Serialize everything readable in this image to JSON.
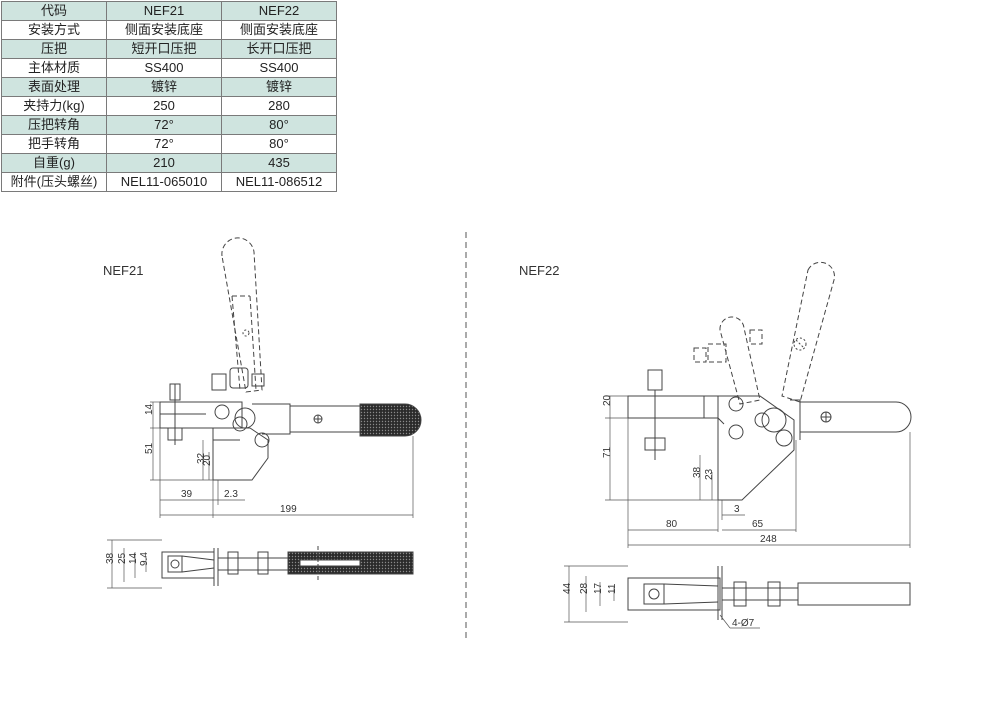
{
  "spec_table": {
    "rows": [
      [
        "代码",
        "NEF21",
        "NEF22"
      ],
      [
        "安装方式",
        "侧面安装底座",
        "侧面安装底座"
      ],
      [
        "压把",
        "短开口压把",
        "长开口压把"
      ],
      [
        "主体材质",
        "SS400",
        "SS400"
      ],
      [
        "表面处理",
        "镀锌",
        "镀锌"
      ],
      [
        "夹持力(kg)",
        "250",
        "280"
      ],
      [
        "压把转角",
        "72°",
        "80°"
      ],
      [
        "把手转角",
        "72°",
        "80°"
      ],
      [
        "自重(g)",
        "210",
        "435"
      ],
      [
        "附件(压头螺丝)",
        "NEL11-065010",
        "NEL11-086512"
      ]
    ]
  },
  "colors": {
    "row_shade": "#cfe4df",
    "line": "#444444"
  },
  "drawings": {
    "left": {
      "label": "NEF21",
      "dims": {
        "d14": "14",
        "d51": "51",
        "d32": "32",
        "d20": "20",
        "d39": "39",
        "d2_3": "2.3",
        "d199": "199",
        "d38": "38",
        "d25": "25",
        "d14b": "14",
        "d9_4": "9.4"
      }
    },
    "right": {
      "label": "NEF22",
      "dims": {
        "d20": "20",
        "d71": "71",
        "d38": "38",
        "d23": "23",
        "d80": "80",
        "d3": "3",
        "d65": "65",
        "d248": "248",
        "d44": "44",
        "d28": "28",
        "d17": "17",
        "d11": "11",
        "hole": "4-Ø7"
      }
    }
  }
}
